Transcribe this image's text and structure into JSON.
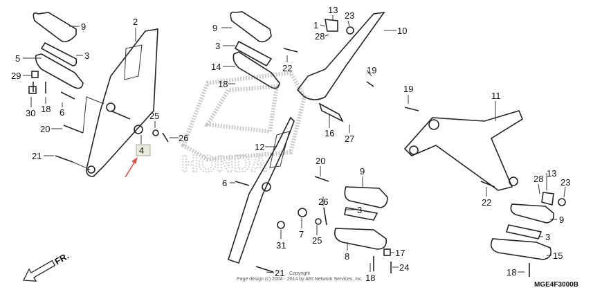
{
  "diagram": {
    "highlighted_callout": "4",
    "highlight_color": "#e8ecd8",
    "arrow_color": "#e05040",
    "watermark": "HONDA",
    "direction_label": "FR.",
    "diagram_code": "MGE4F3000B",
    "copyright_line1": "Copyright",
    "copyright_line2": "Page design (c) 2004 - 2014 by ARI Network Services, Inc.",
    "callouts": {
      "l9": "9",
      "l2": "2",
      "l5": "5",
      "l3": "3",
      "l29": "29",
      "l30": "30",
      "l18": "18",
      "l6": "6",
      "l20": "20",
      "l21": "21",
      "l25": "25",
      "l26": "26",
      "l4": "4",
      "m9": "9",
      "m13": "13",
      "m23": "23",
      "m1": "1",
      "m28": "28",
      "m10": "10",
      "m3": "3",
      "m22": "22",
      "m14": "14",
      "m19": "19",
      "m18": "18",
      "m16": "16",
      "m27": "27",
      "m12": "12",
      "m20": "20",
      "m6": "6",
      "m9b": "9",
      "m3b": "3",
      "m26": "26",
      "m7": "7",
      "m25": "25",
      "m31": "31",
      "m8": "8",
      "m17": "17",
      "m18b": "18",
      "m24": "24",
      "m21": "21",
      "r19": "19",
      "r11": "11",
      "r13": "13",
      "r28": "28",
      "r23": "23",
      "r22": "22",
      "r9": "9",
      "r3": "3",
      "r15": "15",
      "r18": "18"
    }
  }
}
